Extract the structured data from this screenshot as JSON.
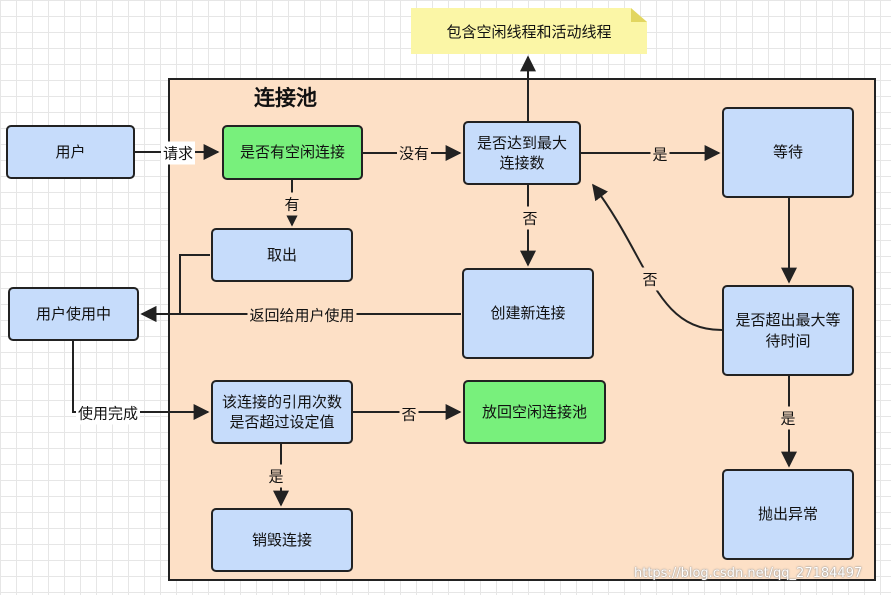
{
  "pool_title": "连接池",
  "note": "包含空闲线程和活动线程",
  "nodes": {
    "user": "用户",
    "has_idle": "是否有空闲连接",
    "max_reached": "是否达到最大连接数",
    "wait": "等待",
    "take": "取出",
    "in_use": "用户使用中",
    "create": "创建新连接",
    "timeout": "是否超出最大等待时间",
    "ref_check": "该连接的引用次数是否超过设定值",
    "return_pool": "放回空闲连接池",
    "destroy": "销毁连接",
    "throw": "抛出异常"
  },
  "edges": {
    "request": "请求",
    "none": "没有",
    "yes1": "是",
    "has": "有",
    "no1": "否",
    "no2": "否",
    "return_user": "返回给用户使用",
    "finish": "使用完成",
    "no3": "否",
    "yes2": "是",
    "yes3": "是"
  },
  "watermark": "https://blog.csdn.net/qq_27184497",
  "colors": {
    "pool_fill": "#fde0c6",
    "node_fill": "#c6dcfb",
    "highlight_fill": "#78f07c",
    "note_fill": "#fbf6a6"
  }
}
